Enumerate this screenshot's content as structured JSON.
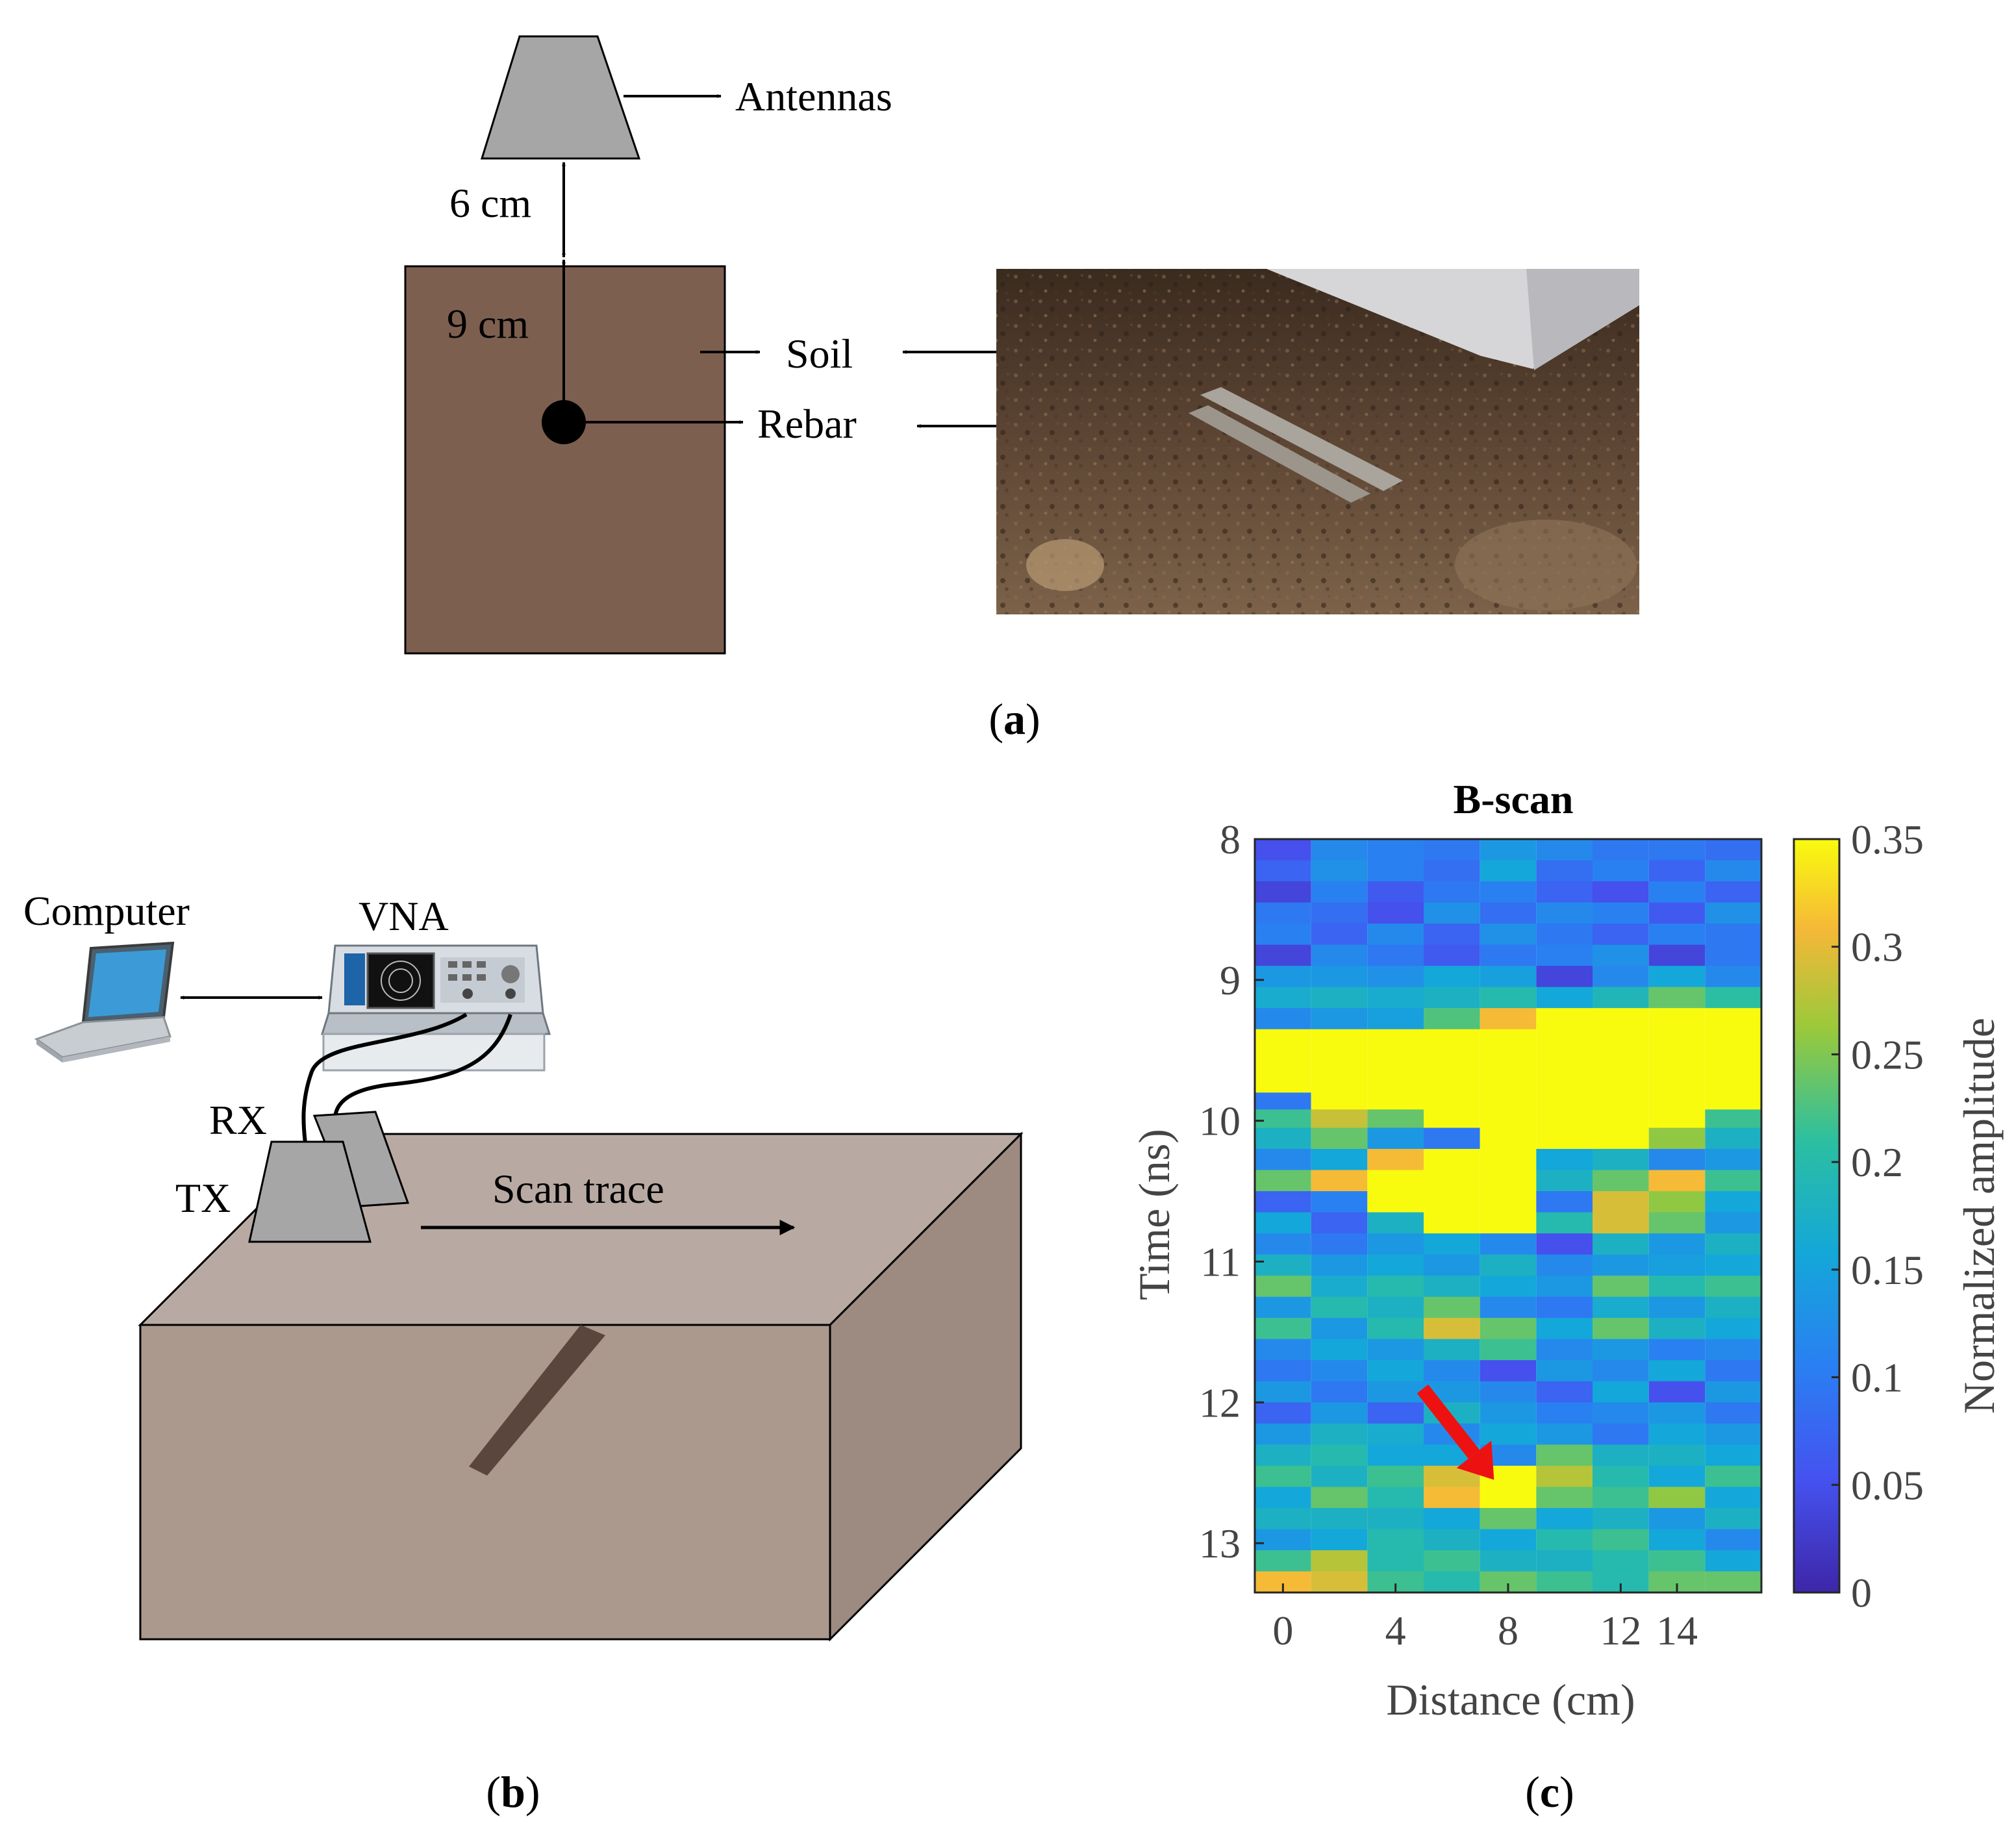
{
  "panel_a": {
    "caption": "(a)",
    "caption_letter": "a",
    "labels": {
      "antennas": "Antennas",
      "height": "6 cm",
      "depth": "9 cm",
      "soil": "Soil",
      "rebar": "Rebar"
    },
    "colors": {
      "soil": "#7d5f50",
      "antenna": "#a6a6a6"
    }
  },
  "panel_b": {
    "caption": "(b)",
    "caption_letter": "b",
    "labels": {
      "computer": "Computer",
      "vna": "VNA",
      "rx": "RX",
      "tx": "TX",
      "scan_trace": "Scan trace"
    },
    "colors": {
      "box_top": "#b8aaa3",
      "box_front": "#ab998e",
      "box_side": "#9d8a81",
      "rebar": "#5a463c"
    },
    "icons": [
      "laptop-icon",
      "vna-instrument-icon"
    ]
  },
  "panel_c": {
    "caption": "(c)",
    "caption_letter": "c"
  },
  "chart_data": {
    "type": "heatmap",
    "title": "B-scan",
    "xlabel": "Distance (cm)",
    "ylabel": "Time (ns)",
    "colorbar_label": "Normalized amplitude",
    "colormap": "parula",
    "x_ticks": [
      0,
      4,
      8,
      12,
      14
    ],
    "y_ticks": [
      8,
      9,
      10,
      11,
      12,
      13
    ],
    "colorbar_ticks": [
      "0",
      "0.05",
      "0.1",
      "0.15",
      "0.2",
      "0.25",
      "0.3",
      "0.35"
    ],
    "xlim": [
      -1,
      17
    ],
    "ylim": [
      8,
      13.35
    ],
    "clim": [
      0,
      0.35
    ],
    "x": [
      0,
      2,
      4,
      6,
      8,
      10,
      12,
      14,
      16
    ],
    "annotation": "red arrow pointing at rebar reflection near 8 cm, 12.7 ns",
    "arrow_target": {
      "x": 7.5,
      "y": 12.55
    },
    "time_bands": [
      {
        "t0": 8.0,
        "t1": 8.15,
        "v": [
          0.04,
          0.1,
          0.09,
          0.08,
          0.12,
          0.1,
          0.08,
          0.08,
          0.07
        ]
      },
      {
        "t0": 8.15,
        "t1": 8.3,
        "v": [
          0.06,
          0.11,
          0.09,
          0.07,
          0.14,
          0.07,
          0.09,
          0.06,
          0.1
        ]
      },
      {
        "t0": 8.3,
        "t1": 8.45,
        "v": [
          0.03,
          0.09,
          0.05,
          0.08,
          0.09,
          0.06,
          0.04,
          0.09,
          0.06
        ]
      },
      {
        "t0": 8.45,
        "t1": 8.6,
        "v": [
          0.08,
          0.07,
          0.04,
          0.11,
          0.07,
          0.1,
          0.09,
          0.05,
          0.11
        ]
      },
      {
        "t0": 8.6,
        "t1": 8.75,
        "v": [
          0.09,
          0.06,
          0.1,
          0.06,
          0.11,
          0.08,
          0.06,
          0.09,
          0.08
        ]
      },
      {
        "t0": 8.75,
        "t1": 8.9,
        "v": [
          0.03,
          0.1,
          0.08,
          0.05,
          0.08,
          0.09,
          0.11,
          0.03,
          0.08
        ]
      },
      {
        "t0": 8.9,
        "t1": 9.05,
        "v": [
          0.12,
          0.12,
          0.11,
          0.14,
          0.13,
          0.03,
          0.1,
          0.14,
          0.1
        ]
      },
      {
        "t0": 9.05,
        "t1": 9.2,
        "v": [
          0.15,
          0.16,
          0.15,
          0.16,
          0.18,
          0.14,
          0.17,
          0.22,
          0.19
        ]
      },
      {
        "t0": 9.2,
        "t1": 9.35,
        "v": [
          0.1,
          0.12,
          0.13,
          0.21,
          0.3,
          0.38,
          0.38,
          0.38,
          0.38
        ]
      },
      {
        "t0": 9.35,
        "t1": 9.8,
        "v": [
          0.38,
          0.38,
          0.38,
          0.38,
          0.38,
          0.38,
          0.38,
          0.38,
          0.38
        ]
      },
      {
        "t0": 9.8,
        "t1": 9.92,
        "v": [
          0.08,
          0.38,
          0.38,
          0.38,
          0.38,
          0.38,
          0.38,
          0.38,
          0.38
        ]
      },
      {
        "t0": 9.92,
        "t1": 10.05,
        "v": [
          0.2,
          0.27,
          0.22,
          0.38,
          0.38,
          0.38,
          0.38,
          0.38,
          0.2
        ]
      },
      {
        "t0": 10.05,
        "t1": 10.2,
        "v": [
          0.16,
          0.22,
          0.12,
          0.08,
          0.38,
          0.38,
          0.38,
          0.24,
          0.16
        ]
      },
      {
        "t0": 10.2,
        "t1": 10.35,
        "v": [
          0.1,
          0.14,
          0.3,
          0.38,
          0.38,
          0.14,
          0.16,
          0.1,
          0.12
        ]
      },
      {
        "t0": 10.35,
        "t1": 10.5,
        "v": [
          0.22,
          0.3,
          0.38,
          0.38,
          0.38,
          0.16,
          0.22,
          0.3,
          0.2
        ]
      },
      {
        "t0": 10.5,
        "t1": 10.65,
        "v": [
          0.06,
          0.09,
          0.38,
          0.38,
          0.38,
          0.08,
          0.28,
          0.24,
          0.14
        ]
      },
      {
        "t0": 10.65,
        "t1": 10.8,
        "v": [
          0.14,
          0.06,
          0.16,
          0.38,
          0.38,
          0.18,
          0.28,
          0.22,
          0.12
        ]
      },
      {
        "t0": 10.8,
        "t1": 10.95,
        "v": [
          0.1,
          0.08,
          0.12,
          0.14,
          0.1,
          0.04,
          0.16,
          0.12,
          0.16
        ]
      },
      {
        "t0": 10.95,
        "t1": 11.1,
        "v": [
          0.16,
          0.12,
          0.14,
          0.12,
          0.16,
          0.1,
          0.12,
          0.13,
          0.14
        ]
      },
      {
        "t0": 11.1,
        "t1": 11.25,
        "v": [
          0.22,
          0.15,
          0.18,
          0.16,
          0.14,
          0.12,
          0.22,
          0.18,
          0.2
        ]
      },
      {
        "t0": 11.25,
        "t1": 11.4,
        "v": [
          0.12,
          0.18,
          0.16,
          0.22,
          0.1,
          0.08,
          0.15,
          0.12,
          0.16
        ]
      },
      {
        "t0": 11.4,
        "t1": 11.55,
        "v": [
          0.2,
          0.12,
          0.18,
          0.28,
          0.22,
          0.14,
          0.22,
          0.16,
          0.14
        ]
      },
      {
        "t0": 11.55,
        "t1": 11.7,
        "v": [
          0.1,
          0.14,
          0.12,
          0.16,
          0.2,
          0.1,
          0.12,
          0.09,
          0.1
        ]
      },
      {
        "t0": 11.7,
        "t1": 11.85,
        "v": [
          0.08,
          0.1,
          0.14,
          0.1,
          0.04,
          0.12,
          0.1,
          0.14,
          0.08
        ]
      },
      {
        "t0": 11.85,
        "t1": 12.0,
        "v": [
          0.12,
          0.08,
          0.12,
          0.12,
          0.1,
          0.06,
          0.14,
          0.04,
          0.12
        ]
      },
      {
        "t0": 12.0,
        "t1": 12.15,
        "v": [
          0.06,
          0.12,
          0.06,
          0.16,
          0.12,
          0.09,
          0.1,
          0.12,
          0.08
        ]
      },
      {
        "t0": 12.15,
        "t1": 12.3,
        "v": [
          0.12,
          0.16,
          0.15,
          0.1,
          0.14,
          0.12,
          0.08,
          0.14,
          0.12
        ]
      },
      {
        "t0": 12.3,
        "t1": 12.45,
        "v": [
          0.16,
          0.18,
          0.14,
          0.14,
          0.1,
          0.22,
          0.16,
          0.16,
          0.14
        ]
      },
      {
        "t0": 12.45,
        "t1": 12.6,
        "v": [
          0.2,
          0.16,
          0.2,
          0.28,
          0.38,
          0.26,
          0.18,
          0.14,
          0.2
        ]
      },
      {
        "t0": 12.6,
        "t1": 12.75,
        "v": [
          0.14,
          0.22,
          0.18,
          0.3,
          0.38,
          0.22,
          0.2,
          0.24,
          0.14
        ]
      },
      {
        "t0": 12.75,
        "t1": 12.9,
        "v": [
          0.16,
          0.16,
          0.16,
          0.14,
          0.22,
          0.14,
          0.16,
          0.12,
          0.16
        ]
      },
      {
        "t0": 12.9,
        "t1": 13.05,
        "v": [
          0.12,
          0.14,
          0.18,
          0.16,
          0.14,
          0.18,
          0.2,
          0.14,
          0.1
        ]
      },
      {
        "t0": 13.05,
        "t1": 13.2,
        "v": [
          0.2,
          0.26,
          0.18,
          0.2,
          0.16,
          0.16,
          0.18,
          0.2,
          0.14
        ]
      },
      {
        "t0": 13.2,
        "t1": 13.35,
        "v": [
          0.3,
          0.28,
          0.2,
          0.18,
          0.22,
          0.2,
          0.18,
          0.22,
          0.22
        ]
      }
    ]
  }
}
